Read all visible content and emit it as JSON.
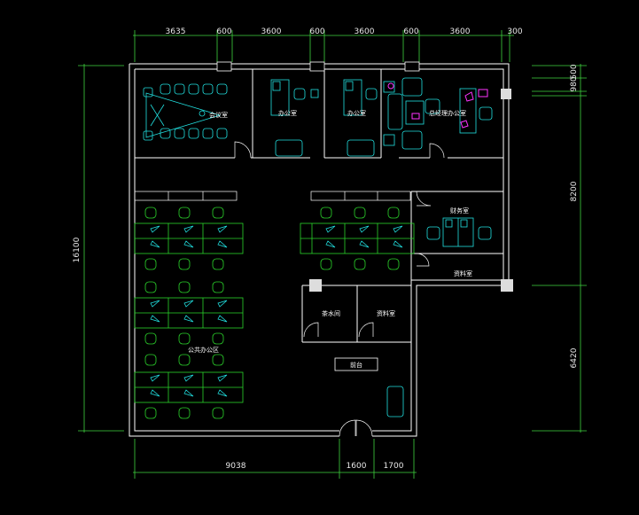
{
  "dimensions": {
    "top": [
      "3635",
      "600",
      "3600",
      "600",
      "3600",
      "600",
      "3600",
      "300"
    ],
    "right": [
      "500",
      "980",
      "8200",
      "6420"
    ],
    "left": "16100",
    "bottom": [
      "9038",
      "1600",
      "1700"
    ]
  },
  "rooms": {
    "meeting": "会议室",
    "office1": "办公室",
    "office2": "办公室",
    "manager": "总经理办公室",
    "finance": "财务室",
    "archive1": "资料室",
    "tea": "茶水间",
    "archive2": "资料室",
    "open_office": "公共办公区",
    "reception": "前台"
  },
  "colors": {
    "wall": "#ffffff",
    "furniture": "#2bd52b",
    "chair": "#21e0e0",
    "dimension": "#3fd43f",
    "accent": "#ff33ff",
    "background": "#000000"
  }
}
